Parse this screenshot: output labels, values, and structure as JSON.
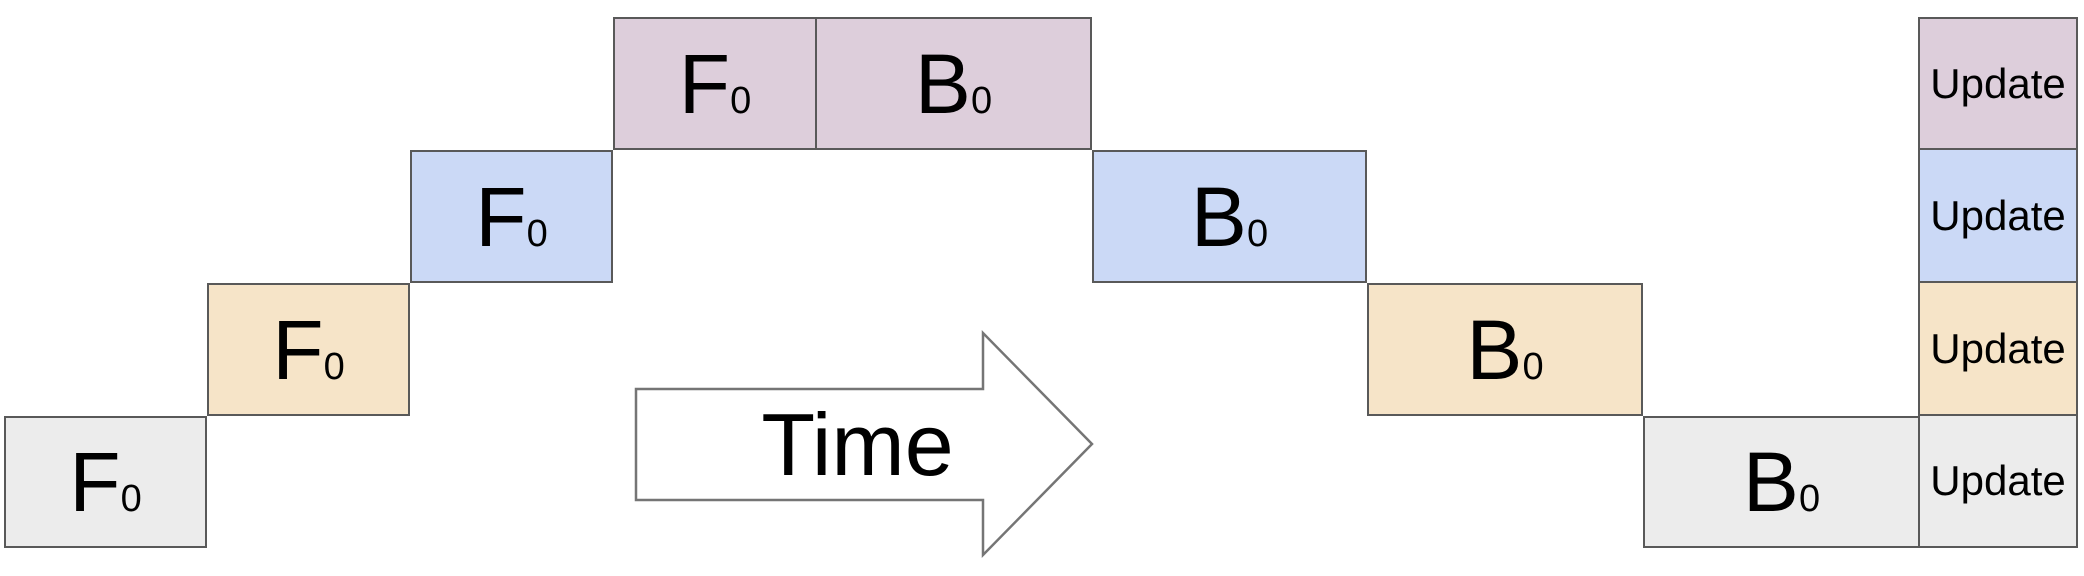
{
  "time_label": "Time",
  "colors": {
    "row1_top": "#ddcedb",
    "row2": "#cbd9f6",
    "row3": "#f6e4c8",
    "row4_bottom": "#ececec",
    "box_border": "#595959",
    "arrow_outline": "#757575",
    "text": "#000000"
  },
  "rows": [
    {
      "forward_letter": "F",
      "forward_sub": "0",
      "backward_letter": "B",
      "backward_sub": "0",
      "update_label": "Update"
    },
    {
      "forward_letter": "F",
      "forward_sub": "0",
      "backward_letter": "B",
      "backward_sub": "0",
      "update_label": "Update"
    },
    {
      "forward_letter": "F",
      "forward_sub": "0",
      "backward_letter": "B",
      "backward_sub": "0",
      "update_label": "Update"
    },
    {
      "forward_letter": "F",
      "forward_sub": "0",
      "backward_letter": "B",
      "backward_sub": "0",
      "update_label": "Update"
    }
  ]
}
